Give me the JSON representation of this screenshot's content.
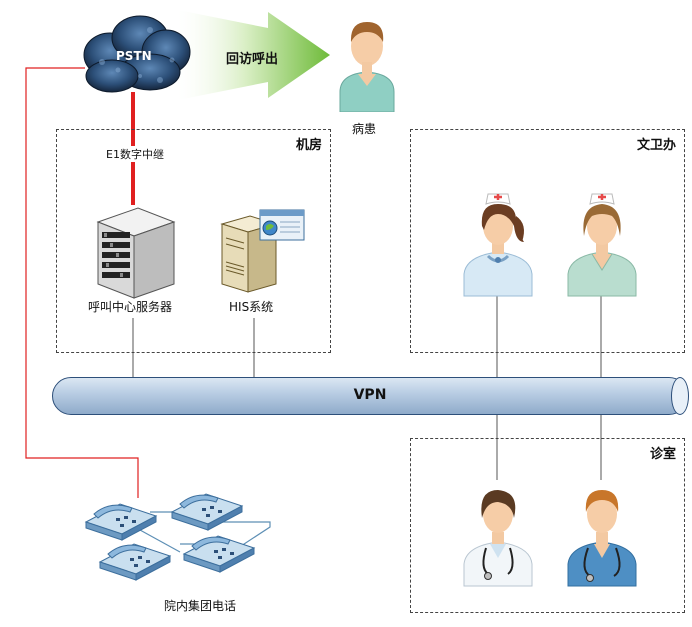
{
  "cloud": {
    "label": "PSTN"
  },
  "arrow": {
    "label": "回访呼出"
  },
  "patient": {
    "label": "病患"
  },
  "link": {
    "label": "E1数字中继"
  },
  "zones": {
    "machine_room": {
      "title": "机房"
    },
    "office": {
      "title": "文卫办"
    },
    "clinic": {
      "title": "诊室"
    }
  },
  "devices": {
    "call_center": {
      "label": "呼叫中心服务器"
    },
    "his": {
      "label": "HIS系统"
    },
    "phones": {
      "label": "院内集团电话"
    }
  },
  "network": {
    "label": "VPN"
  },
  "colors": {
    "trunk_red": "#e02020",
    "zone_border": "#444444",
    "vpn_fill": "#b6cbe2",
    "arrow_green": "#7dc242"
  }
}
